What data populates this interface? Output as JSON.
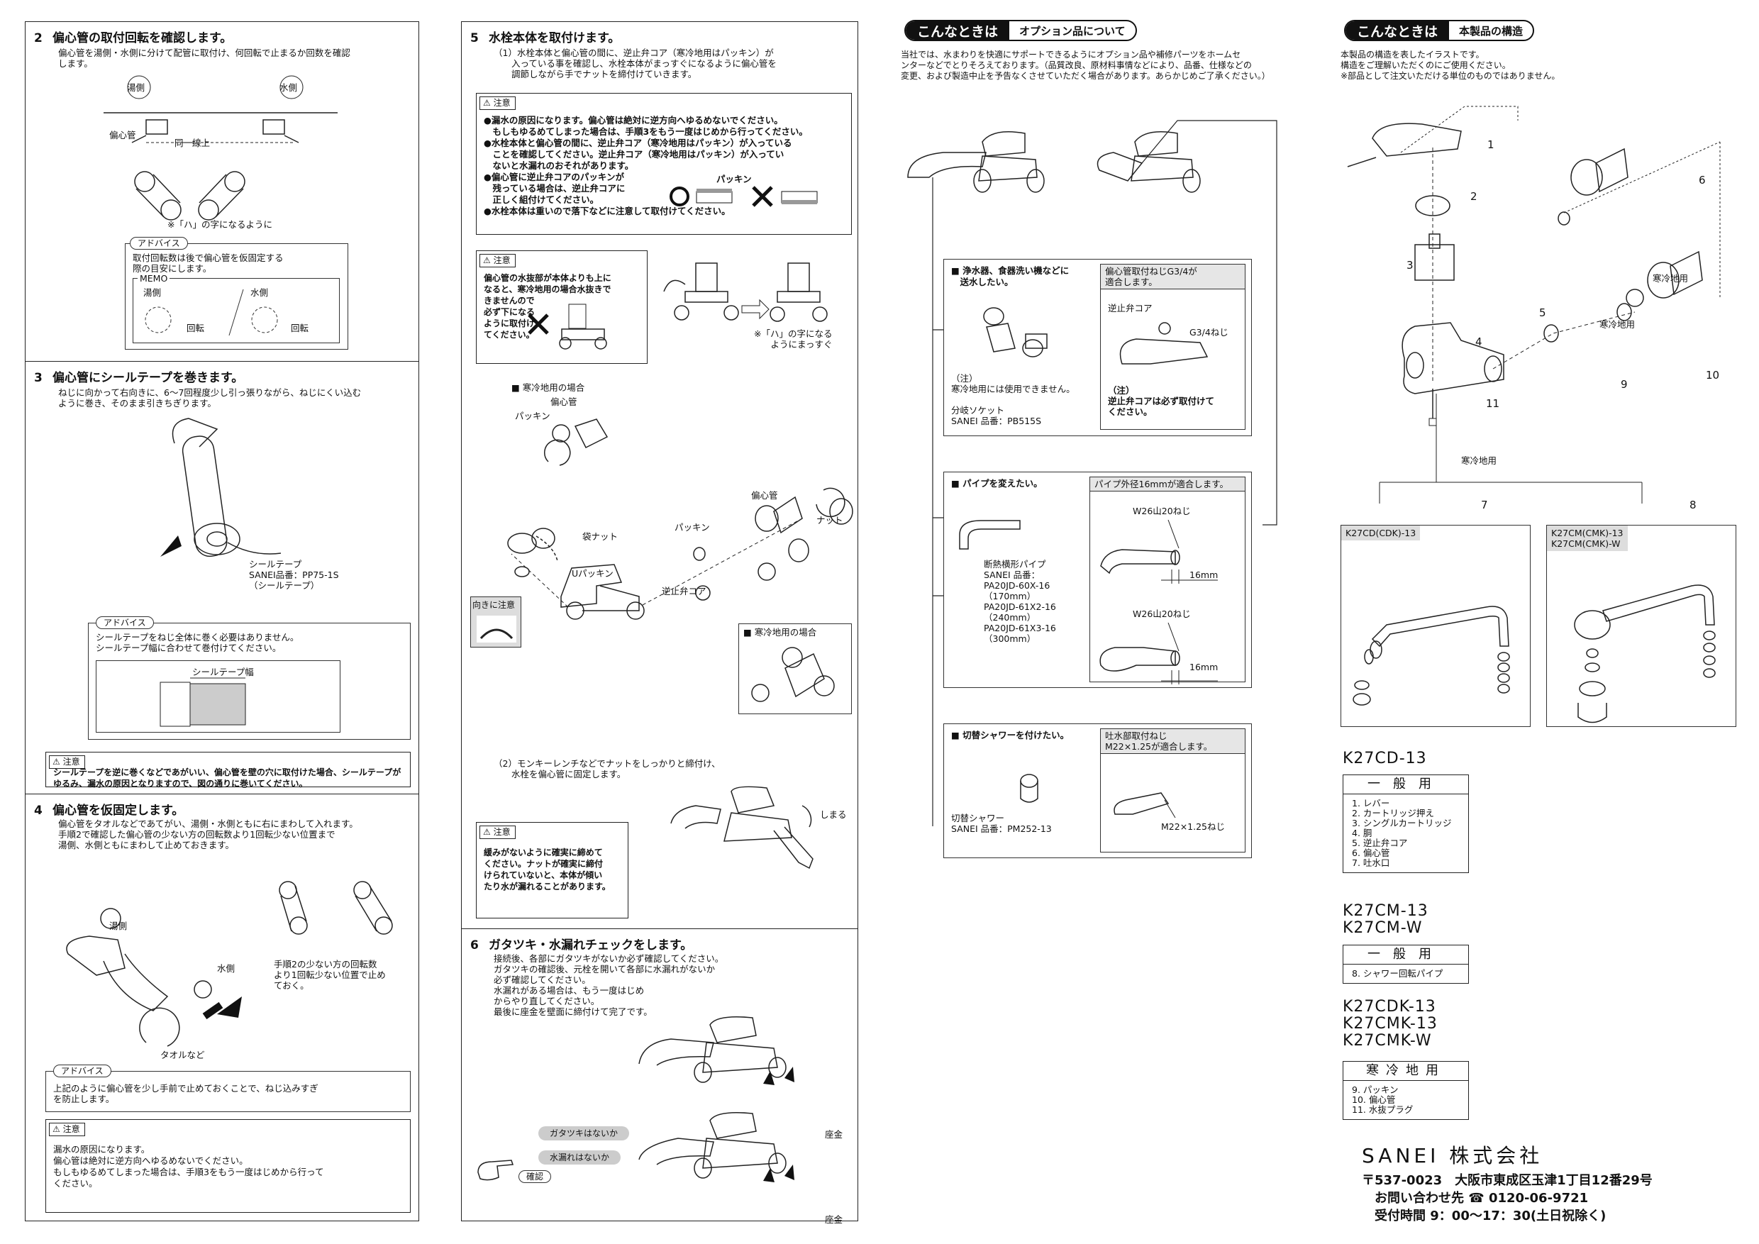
{
  "left_col": {
    "s2": {
      "num": "2",
      "title": "偏心管の取付回転を確認します。",
      "body": "偏心管を湯側・水側に分けて配管に取付け、何回転で止まるか回数を確認\nします。",
      "lbl_hot": "湯側",
      "lbl_cold": "水側",
      "lbl_pipe": "偏心管",
      "lbl_line": "同一線上",
      "lbl_ha": "※「ハ」の字になるように",
      "advice_tag": "アドバイス",
      "advice_body": "取付回転数は後で偏心管を仮固定する\n際の目安にします。",
      "memo": "MEMO",
      "memo_hot": "湯側",
      "memo_cold": "水側",
      "memo_turn1": "回転",
      "memo_turn2": "回転"
    },
    "s3": {
      "num": "3",
      "title": "偏心管にシールテープを巻きます。",
      "body": "ねじに向かって右向きに、6〜7回程度少し引っ張りながら、ねじにくい込む\nように巻き、そのまま引きちぎります。",
      "lbl_tape": "シールテープ\nSANEI品番：PP75-1S\n（シールテープ）",
      "advice_tag": "アドバイス",
      "advice_body": "シールテープをねじ全体に巻く必要はありません。\nシールテープ幅に合わせて巻付けてください。",
      "lbl_width": "シールテープ幅",
      "caution_tag": "注意",
      "caution_body": "シールテープを逆に巻くなどであがいい、偏心管を壁の穴に取付けた場合、シールテープが\nゆるみ、漏水の原因となりますので、図の通りに巻いてください。"
    },
    "s4": {
      "num": "4",
      "title": "偏心管を仮固定します。",
      "body": "偏心管をタオルなどであてがい、湯側・水側ともに右にまわして入れます。\n手順2で確認した偏心管の少ない方の回転数より1回転少ない位置まで\n湯側、水側ともにまわして止めておきます。",
      "lbl_hot": "湯側",
      "lbl_cold": "水側",
      "lbl_towel": "タオルなど",
      "lbl_note": "手順2の少ない方の回転数\nより1回転少ない位置で止め\nておく。",
      "advice_tag": "アドバイス",
      "advice_body": "上記のように偏心管を少し手前で止めておくことで、ねじ込みすぎ\nを防止します。",
      "caution_tag": "注意",
      "caution_body": "漏水の原因になります。\n偏心管は絶対に逆方向へゆるめないでください。\nもしもゆるめてしまった場合は、手順3をもう一度はじめから行って\nください。"
    }
  },
  "mid_col": {
    "s5": {
      "num": "5",
      "title": "水栓本体を取付けます。",
      "body1": "（1）水栓本体と偏心管の間に、逆止弁コア（寒冷地用はパッキン）が\n　　入っている事を確認し、水栓本体がまっすぐになるように偏心管を\n　　調節しながら手でナットを締付けていきます。",
      "caution1_tag": "注意",
      "caution1_body": "●漏水の原因になります。偏心管は絶対に逆方向へゆるめないでください。\n　もしもゆるめてしまった場合は、手順3をもう一度はじめから行ってください。\n●水栓本体と偏心管の間に、逆止弁コア（寒冷地用はパッキン）が入っている\n　ことを確認してください。逆止弁コア（寒冷地用はパッキン）が入ってい\n　ないと水漏れのおそれがあります。\n●偏心管に逆止弁コアのパッキンが\n　残っている場合は、逆止弁コアに\n　正しく組付けてください。\n●水栓本体は重いので落下などに注意して取付けてください。",
      "lbl_packing": "パッキン",
      "caution2_tag": "注意",
      "caution2_body": "偏心管の水抜部が本体よりも上に\nなると、寒冷地用の場合水抜きで\nきませんので\n必ず下になる\nように取付け\nてください。",
      "lbl_ha2": "※「ハ」の字になる\nようにまっすぐ",
      "lbl_cold_region": "■ 寒冷地用の場合",
      "lbl_pipe": "偏心管",
      "lbl_pk1": "パッキン",
      "lbl_bag_nut": "袋ナット",
      "lbl_u_pk": "Uパッキン",
      "lbl_pk2": "パッキン",
      "lbl_pipe2": "偏心管",
      "lbl_nut": "ナット",
      "lbl_check": "逆止弁コア",
      "lbl_cold_region2": "■ 寒冷地用の場合",
      "lbl_dir": "向きに注意",
      "body2": "（2）モンキーレンチなどでナットをしっかりと締付け、\n　　水栓を偏心管に固定します。",
      "lbl_tighten": "しまる",
      "caution3_tag": "注意",
      "caution3_body": "緩みがないように確実に締めて\nください。ナットが確実に締付\nけられていないと、本体が傾い\nたり水が漏れることがあります。"
    },
    "s6": {
      "num": "6",
      "title": "ガタツキ・水漏れチェックをします。",
      "body": "接続後、各部にガタツキがないか必ず確認してください。\nガタツキの確認後、元栓を開いて各部に水漏れがないか\n必ず確認してください。\n水漏れがある場合は、もう一度はじめ\nからやり直してください。\n最後に座金を壁面に締付けて完了です。",
      "b1": "ガタツキはないか",
      "b2": "水漏れはないか",
      "confirm": "確認",
      "lbl_za1": "座金",
      "lbl_za2": "座金"
    }
  },
  "col3": {
    "pill_b": "こんなときは",
    "pill_t": "オプション品について",
    "intro": "当社では、水まわりを快適にサポートできるようにオプション品や補修パーツをホームセ\nンターなどでとりそろえております。（品質改良、原材料事情などにより、品番、仕様などの\n変更、および製造中止を予告なくさせていただく場合があります。あらかじめご了承ください。）",
    "opt1": {
      "title": "■ 浄水器、食器洗い機などに\n　送水したい。",
      "note": "（注）\n寒冷地用には使用できません。",
      "part": "分岐ソケット\nSANEI 品番：PB515S",
      "box_title": "偏心管取付ねじG3/4が\n適合します。",
      "lbl_check": "逆止弁コア",
      "lbl_thread": "G3/4ねじ",
      "box_note": "（注）\n逆止弁コアは必ず取付けて\nください。"
    },
    "opt2": {
      "title": "■ パイプを変えたい。",
      "part": "断熱横形パイプ\nSANEI 品番：\nPA20JD-60X-16\n（170mm）\nPA20JD-61X2-16\n（240mm）\nPA20JD-61X3-16\n（300mm）",
      "box_title": "パイプ外径16mmが適合します。",
      "w1": "W26山20ねじ",
      "mm1": "16mm",
      "w2": "W26山20ねじ",
      "mm2": "16mm"
    },
    "opt3": {
      "title": "■ 切替シャワーを付けたい。",
      "part": "切替シャワー\nSANEI 品番：PM252-13",
      "box_title": "吐水部取付ねじ\nM22×1.25が適合します。",
      "thread": "M22×1.25ねじ"
    }
  },
  "col4": {
    "pill_b": "こんなときは",
    "pill_t": "本製品の構造",
    "intro": "本製品の構造を表したイラストです。\n構造をご理解いただくのにご使用ください。\n※部品として注文いただける単位のものではありません。",
    "nums": [
      "1",
      "2",
      "3",
      "4",
      "5",
      "6",
      "7",
      "8",
      "9",
      "10",
      "11"
    ],
    "cold_a": "寒冷地用",
    "cold_b": "寒冷地用",
    "cold_c": "寒冷地用",
    "box7": "K27CD(CDK)-13",
    "box8": "K27CM(CMK)-13\nK27CM(CMK)-W",
    "m1": "K27CD-13",
    "t1_head": "一般用",
    "t1_body": "1. レバー\n2. カートリッジ押え\n3. シングルカートリッジ\n4. 胴\n5. 逆止弁コア\n6. 偏心管\n7. 吐水口",
    "m2": "K27CM-13\nK27CM-W",
    "t2_head": "一般用",
    "t2_body": "8. シャワー回転パイプ",
    "m3": "K27CDK-13\nK27CMK-13\nK27CMK-W",
    "t3_head": "寒冷地用",
    "t3_body": " 9. パッキン\n10. 偏心管\n11. 水抜プラグ",
    "company": "SANEI 株式会社",
    "address": "〒537-0023　大阪市東成区玉津1丁目12番29号",
    "contact": "お問い合わせ先 ☎ 0120-06-9721",
    "hours": "受付時間 9：00〜17：30(土日祝除く)"
  }
}
